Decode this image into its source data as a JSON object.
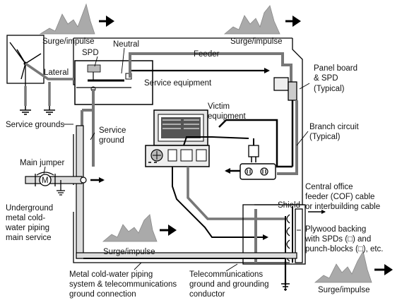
{
  "labels": {
    "surge_impulse": "Surge/impulse",
    "spd": "SPD",
    "neutral": "Neutral",
    "feeder": "Feeder",
    "lateral": "Lateral",
    "service_equipment": "Service equipment",
    "panel_board_1": "Panel board",
    "panel_board_2": "& SPD",
    "panel_board_3": "(Typical)",
    "victim_1": "Victim",
    "victim_2": "equipment",
    "service_grounds": "Service grounds",
    "service_ground_1": "Service",
    "service_ground_2": "ground",
    "branch_circuit_1": "Branch circuit",
    "branch_circuit_2": "(Typical)",
    "main_jumper": "Main jumper",
    "meter_letter": "M",
    "underground_1": "Underground",
    "underground_2": "metal cold-",
    "underground_3": "water piping",
    "underground_4": "main service",
    "central_office_1": "Central office",
    "central_office_2": "feeder (COF) cable",
    "central_office_3": "or interbuilding cable",
    "shield": "Shield",
    "plywood_1": "Plywood backing",
    "plywood_2": "with SPDs (□) and",
    "plywood_3": "punch-blocks (□), etc.",
    "metal_piping_1": "Metal cold-water piping",
    "metal_piping_2": "system & telecommunications",
    "metal_piping_3": "ground connection",
    "telecom_ground_1": "Telecommunications",
    "telecom_ground_2": "ground  and grounding",
    "telecom_ground_3": "conductor"
  }
}
